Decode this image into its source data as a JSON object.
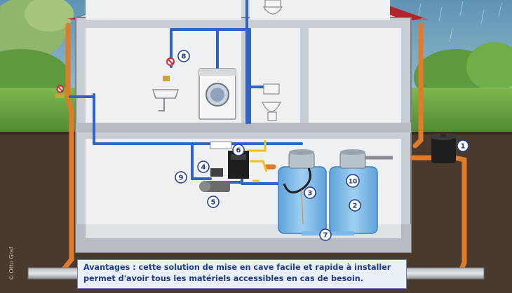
{
  "caption": {
    "line1": "Avantages : cette solution de mise en cave facile et rapide à installer",
    "line2": "permet d'avoir tous les matériels accessibles en cas de besoin."
  },
  "credit": "© Otto Graf",
  "markers": {
    "m1": "1",
    "m2": "2",
    "m3": "3",
    "m4": "4",
    "m5": "5",
    "m6": "6",
    "m7": "7",
    "m8": "8",
    "m9": "9",
    "m10": "10"
  },
  "colors": {
    "sky": "#7fb0c8",
    "hills": "#6ea84a",
    "soil": "#4a3a2e",
    "wall": "#cfd3d8",
    "pipe_blue": "#2f63c4",
    "pipe_orange": "#e07b2a",
    "pipe_yellow": "#f1c21b",
    "tank": "#7cb8e8",
    "caption_text": "#1d3a8c"
  }
}
